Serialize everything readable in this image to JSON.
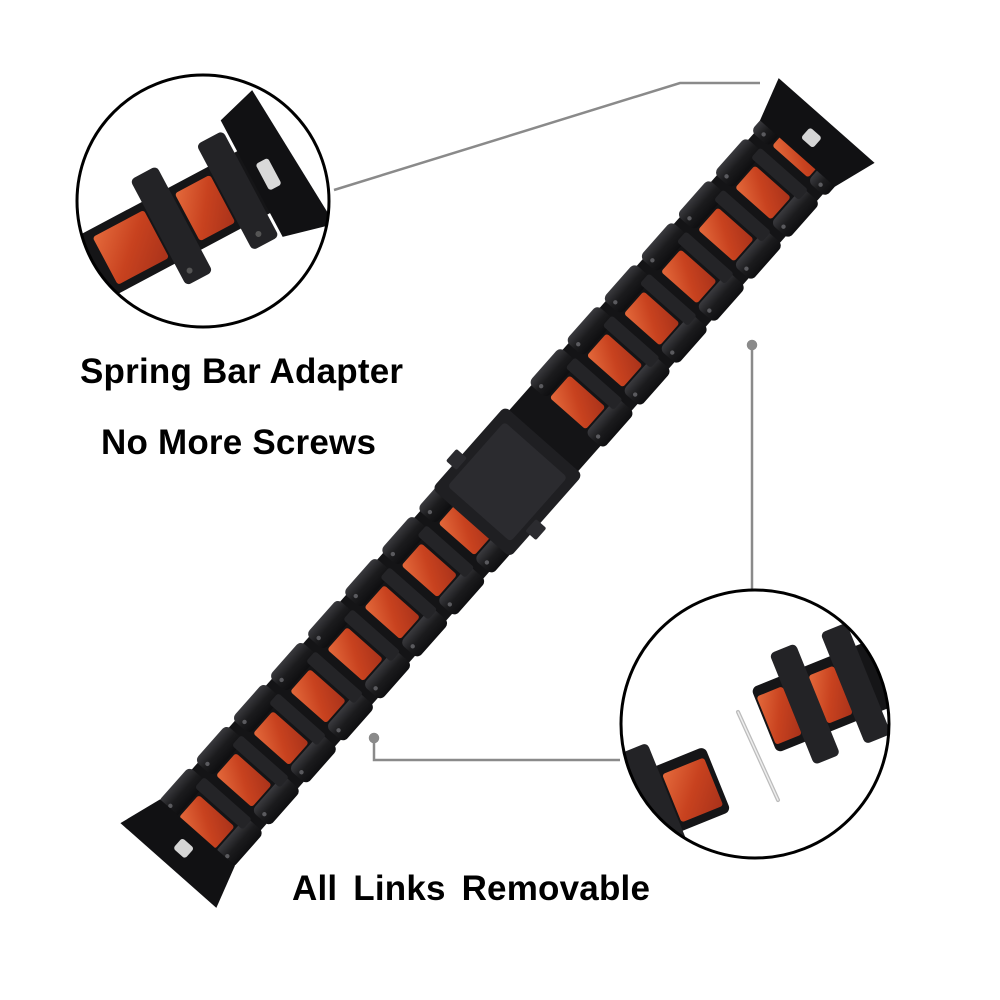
{
  "captions": {
    "spring_bar": "Spring Bar Adapter",
    "no_screws": "No More Screws",
    "links": "All Links  Removable"
  },
  "colors": {
    "metal": "#1b1b1d",
    "metal_edge": "#3a3a3e",
    "wood": "#c8421f",
    "wood_light": "#e0643a",
    "leader_line": "#8a8a8a"
  },
  "icons": {
    "top_callout": "spring-bar-adapter-closeup",
    "bottom_callout": "removable-link-pin-closeup"
  }
}
